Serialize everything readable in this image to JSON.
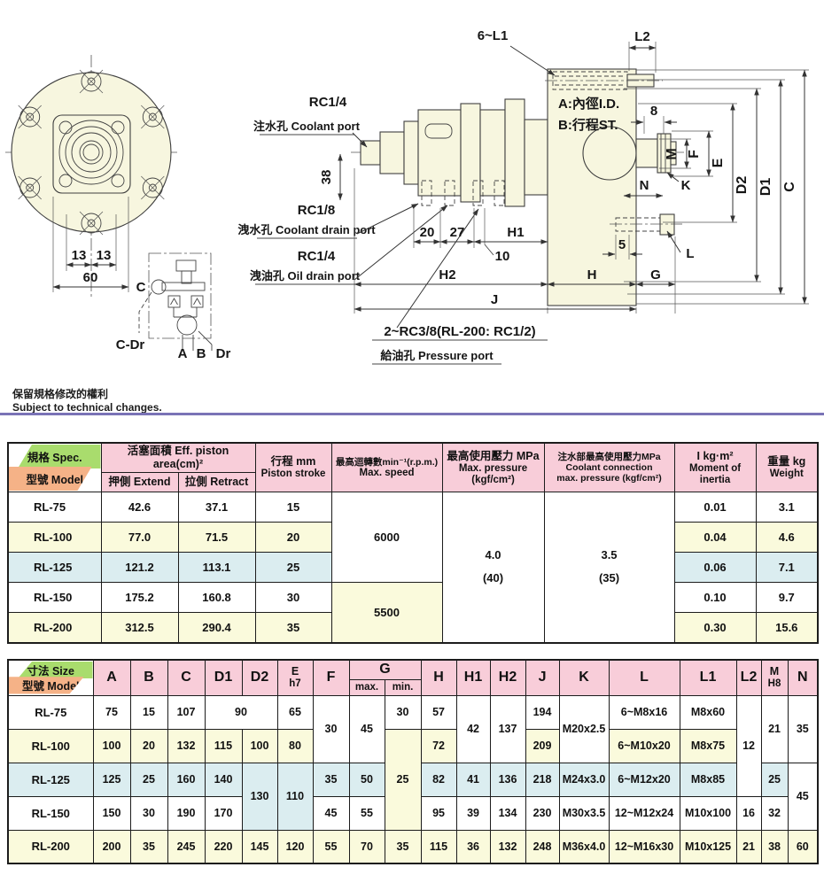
{
  "notice": {
    "line1_zh": "保留規格修改的權利",
    "line2_en": "Subject to technical changes."
  },
  "divider_color": "#7a73b6",
  "drawing": {
    "front": {
      "dim_left": "13",
      "dim_right": "13",
      "dim_total": "60"
    },
    "schematic": {
      "label_c": "C",
      "label_c_dr": "C-Dr",
      "label_a": "A",
      "label_b": "B",
      "label_dr": "Dr"
    },
    "ports": {
      "coolant_size": "RC1/4",
      "coolant_label": "注水孔 Coolant port",
      "coolant_drain_size": "RC1/8",
      "coolant_drain_label": "洩水孔 Coolant drain port",
      "oil_drain_size": "RC1/4",
      "oil_drain_label": "洩油孔 Oil drain port",
      "pressure_size": "2~RC3/8(RL-200: RC1/2)",
      "pressure_label": "給油孔 Pressure port"
    },
    "dims": {
      "six_l1": "6~L1",
      "l2": "L2",
      "d38": "38",
      "d20": "20",
      "d27": "27",
      "h1": "H1",
      "d10": "10",
      "h2": "H2",
      "h": "H",
      "g": "G",
      "j": "J",
      "d5": "5",
      "l": "L",
      "d8": "8",
      "m": "M",
      "f": "F",
      "e": "E",
      "d2": "D2",
      "d1": "D1",
      "c": "C",
      "n": "N",
      "k": "K",
      "bore": "A:內徑I.D.",
      "stroke": "B:行程ST."
    }
  },
  "spec_table": {
    "header": {
      "corner_top": "規格 Spec.",
      "corner_bottom": "型號 Model",
      "area_title": "活塞面積 Eff. piston area(cm)²",
      "extend": "押側 Extend",
      "retract": "拉側 Retract",
      "stroke_l1": "行程  mm",
      "stroke_l2": "Piston stroke",
      "speed_l1": "最高迴轉數min⁻¹(r.p.m.)",
      "speed_l2": "Max. speed",
      "press_l1": "最高使用壓力 MPa",
      "press_l2": "Max. pressure (kgf/cm²)",
      "cool_l1": "注水部最高使用壓力MPa",
      "cool_l2": "Coolant connection",
      "cool_l3": "max. pressure (kgf/cm²)",
      "inertia_l1": "I   kg·m²",
      "inertia_l2": "Moment of inertia",
      "weight_l1": "重量 kg",
      "weight_l2": "Weight"
    },
    "speed_high": "6000",
    "speed_low": "5500",
    "pressure_mpa": "4.0",
    "pressure_kgf": "(40)",
    "coolant_mpa": "3.5",
    "coolant_kgf": "(35)",
    "rows": [
      {
        "model": "RL-75",
        "extend": "42.6",
        "retract": "37.1",
        "stroke": "15",
        "inertia": "0.01",
        "weight": "3.1"
      },
      {
        "model": "RL-100",
        "extend": "77.0",
        "retract": "71.5",
        "stroke": "20",
        "inertia": "0.04",
        "weight": "4.6"
      },
      {
        "model": "RL-125",
        "extend": "121.2",
        "retract": "113.1",
        "stroke": "25",
        "inertia": "0.06",
        "weight": "7.1"
      },
      {
        "model": "RL-150",
        "extend": "175.2",
        "retract": "160.8",
        "stroke": "30",
        "inertia": "0.10",
        "weight": "9.7"
      },
      {
        "model": "RL-200",
        "extend": "312.5",
        "retract": "290.4",
        "stroke": "35",
        "inertia": "0.30",
        "weight": "15.6"
      }
    ]
  },
  "size_table": {
    "header": {
      "corner_top": "寸法 Size",
      "corner_bottom": "型號 Model",
      "a": "A",
      "b": "B",
      "c": "C",
      "d1": "D1",
      "d2": "D2",
      "e_l1": "E",
      "e_l2": "h7",
      "f": "F",
      "g": "G",
      "g_max": "max.",
      "g_min": "min.",
      "h": "H",
      "h1": "H1",
      "h2": "H2",
      "j": "J",
      "k": "K",
      "l": "L",
      "l1": "L1",
      "l2": "L2",
      "m_l1": "M",
      "m_l2": "H8",
      "n": "N"
    },
    "r1": {
      "model": "RL-75",
      "a": "75",
      "b": "15",
      "c": "107",
      "d1d2": "90",
      "e": "65",
      "f": "30",
      "gmax": "45",
      "gmin": "30",
      "h": "57",
      "h1": "42",
      "h2": "137",
      "j": "194",
      "k": "M20x2.5",
      "l": "6~M8x16",
      "l1": "M8x60",
      "l2": "12",
      "m": "21",
      "n": "35"
    },
    "r2": {
      "model": "RL-100",
      "a": "100",
      "b": "20",
      "c": "132",
      "d1": "115",
      "d2": "100",
      "e": "80",
      "gmin": "25",
      "h": "72",
      "j": "209",
      "l": "6~M10x20",
      "l1": "M8x75"
    },
    "r3": {
      "model": "RL-125",
      "a": "125",
      "b": "25",
      "c": "160",
      "d1": "140",
      "d2": "130",
      "e": "110",
      "f": "35",
      "gmax": "50",
      "h": "82",
      "h1": "41",
      "h2": "136",
      "j": "218",
      "k": "M24x3.0",
      "l": "6~M12x20",
      "l1": "M8x85",
      "m": "25",
      "n": "45"
    },
    "r4": {
      "model": "RL-150",
      "a": "150",
      "b": "30",
      "c": "190",
      "d1": "170",
      "f": "45",
      "gmax": "55",
      "h": "95",
      "h1": "39",
      "h2": "134",
      "j": "230",
      "k": "M30x3.5",
      "l": "12~M12x24",
      "l1": "M10x100",
      "l2": "16",
      "m": "32"
    },
    "r5": {
      "model": "RL-200",
      "a": "200",
      "b": "35",
      "c": "245",
      "d1": "220",
      "d2": "145",
      "e": "120",
      "f": "55",
      "gmax": "70",
      "gmin": "35",
      "h": "115",
      "h1": "36",
      "h2": "132",
      "j": "248",
      "k": "M36x4.0",
      "l": "12~M16x30",
      "l1": "M10x125",
      "l2": "21",
      "m": "38",
      "n": "60"
    }
  }
}
